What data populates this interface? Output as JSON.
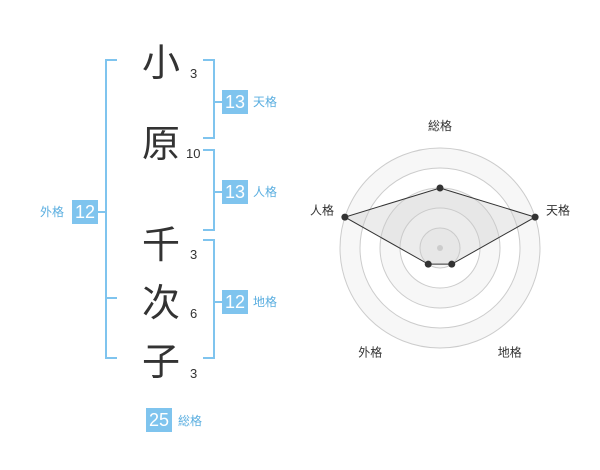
{
  "name_chars": [
    {
      "char": "小",
      "strokes": "3"
    },
    {
      "char": "原",
      "strokes": "10"
    },
    {
      "char": "千",
      "strokes": "3"
    },
    {
      "char": "次",
      "strokes": "6"
    },
    {
      "char": "子",
      "strokes": "3"
    }
  ],
  "kakusuu": {
    "tenkaku": {
      "value": "13",
      "label": "天格"
    },
    "jinkaku": {
      "value": "13",
      "label": "人格"
    },
    "chikaku": {
      "value": "12",
      "label": "地格"
    },
    "gaikaku": {
      "value": "12",
      "label": "外格"
    },
    "soukaku": {
      "value": "25",
      "label": "総格"
    }
  },
  "colors": {
    "bracket": "#7fc4ee",
    "badge": "#7fc4ee",
    "badge_label": "#5aaee0",
    "text": "#333333"
  },
  "chart_data": {
    "type": "radar",
    "axes": [
      "総格",
      "天格",
      "地格",
      "外格",
      "人格"
    ],
    "levels": 5,
    "values": [
      3,
      5,
      1,
      1,
      5
    ],
    "max": 5
  }
}
